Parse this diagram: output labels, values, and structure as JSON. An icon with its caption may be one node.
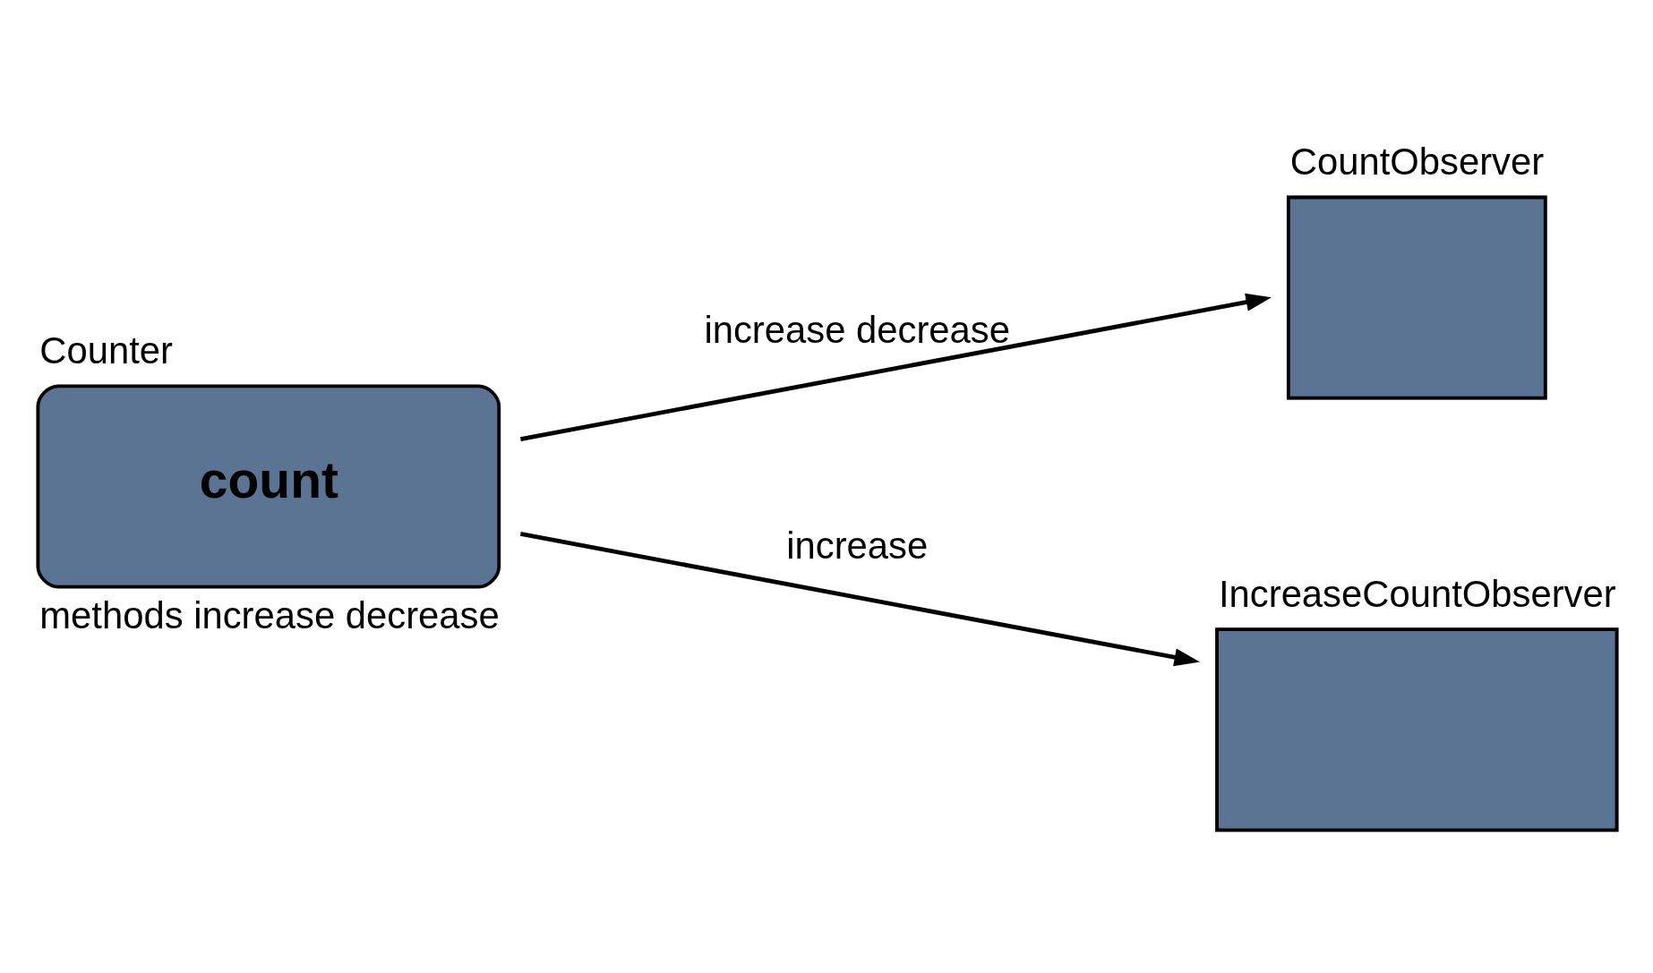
{
  "diagram": {
    "nodes": [
      {
        "text": [
          "Counter",
          "count"
        ],
        "beside": [
          "methods increase decrease"
        ]
      },
      {
        "text": [
          "CountObserver"
        ]
      },
      {
        "text": [
          "IncreaseCountObserver"
        ]
      }
    ],
    "edges": [
      {
        "from": 0,
        "to": 1,
        "arrow": "to",
        "label": "increase decrease"
      },
      {
        "from": 0,
        "to": 2,
        "arrow": "to",
        "label": "increase"
      }
    ]
  }
}
